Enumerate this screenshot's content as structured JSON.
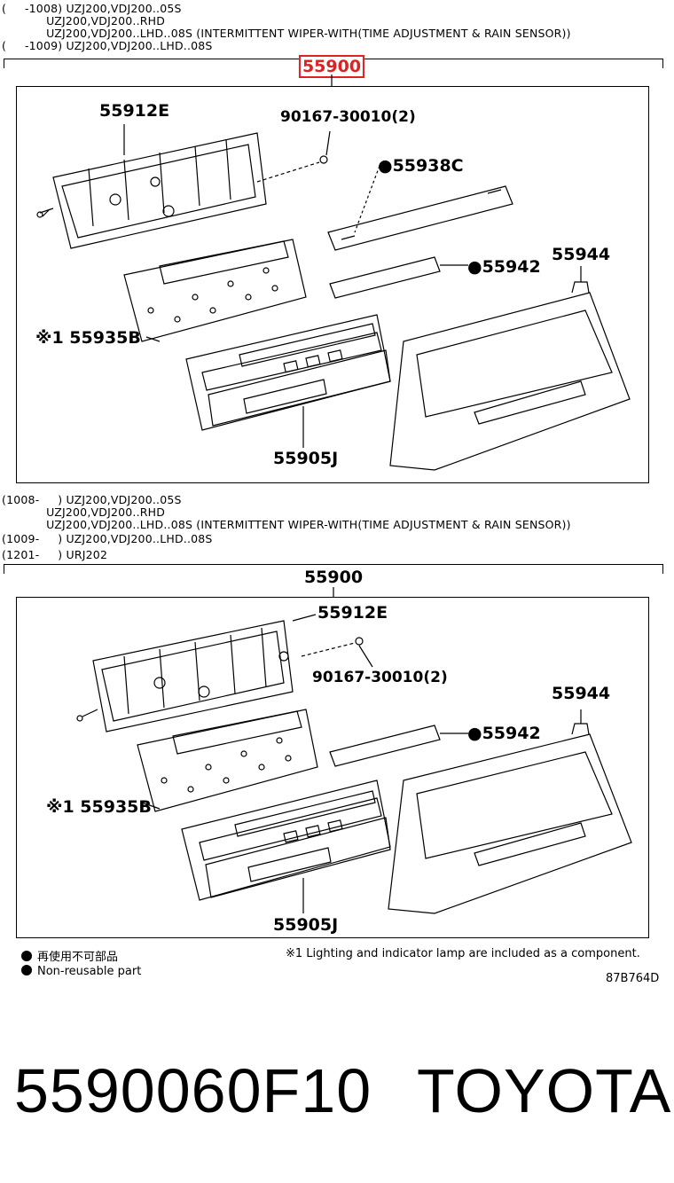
{
  "section1": {
    "header_lines": [
      "(     -1008) UZJ200,VDJ200..05S",
      "            UZJ200,VDJ200..RHD",
      "            UZJ200,VDJ200..LHD..08S (INTERMITTENT WIPER-WITH(TIME ADJUSTMENT & RAIN SENSOR))",
      "(     -1009) UZJ200,VDJ200..LHD..08S"
    ],
    "assembly": "55900",
    "labels": {
      "p55912e": "55912E",
      "p90167": "90167-30010(2)",
      "p55938c": "●55938C",
      "p55942": "●55942",
      "p55944": "55944",
      "p55935b": "※1 55935B",
      "p55905j": "55905J"
    }
  },
  "section2": {
    "header_lines": [
      "(1008-     ) UZJ200,VDJ200..05S",
      "            UZJ200,VDJ200..RHD",
      "            UZJ200,VDJ200..LHD..08S (INTERMITTENT WIPER-WITH(TIME ADJUSTMENT & RAIN SENSOR))",
      "(1009-     ) UZJ200,VDJ200..LHD..08S",
      "(1201-     ) URJ202"
    ],
    "assembly": "55900",
    "labels": {
      "p55912e": "55912E",
      "p90167": "90167-30010(2)",
      "p55942": "●55942",
      "p55944": "55944",
      "p55935b": "※1 55935B",
      "p55905j": "55905J"
    }
  },
  "legend": {
    "jp": "再使用不可部品",
    "en": "Non-reusable part"
  },
  "note": "※1 Lighting and indicator lamp are included as a component.",
  "diagram_code": "87B764D",
  "footer": {
    "part_number": "5590060F10",
    "brand": "TOYOTA"
  }
}
